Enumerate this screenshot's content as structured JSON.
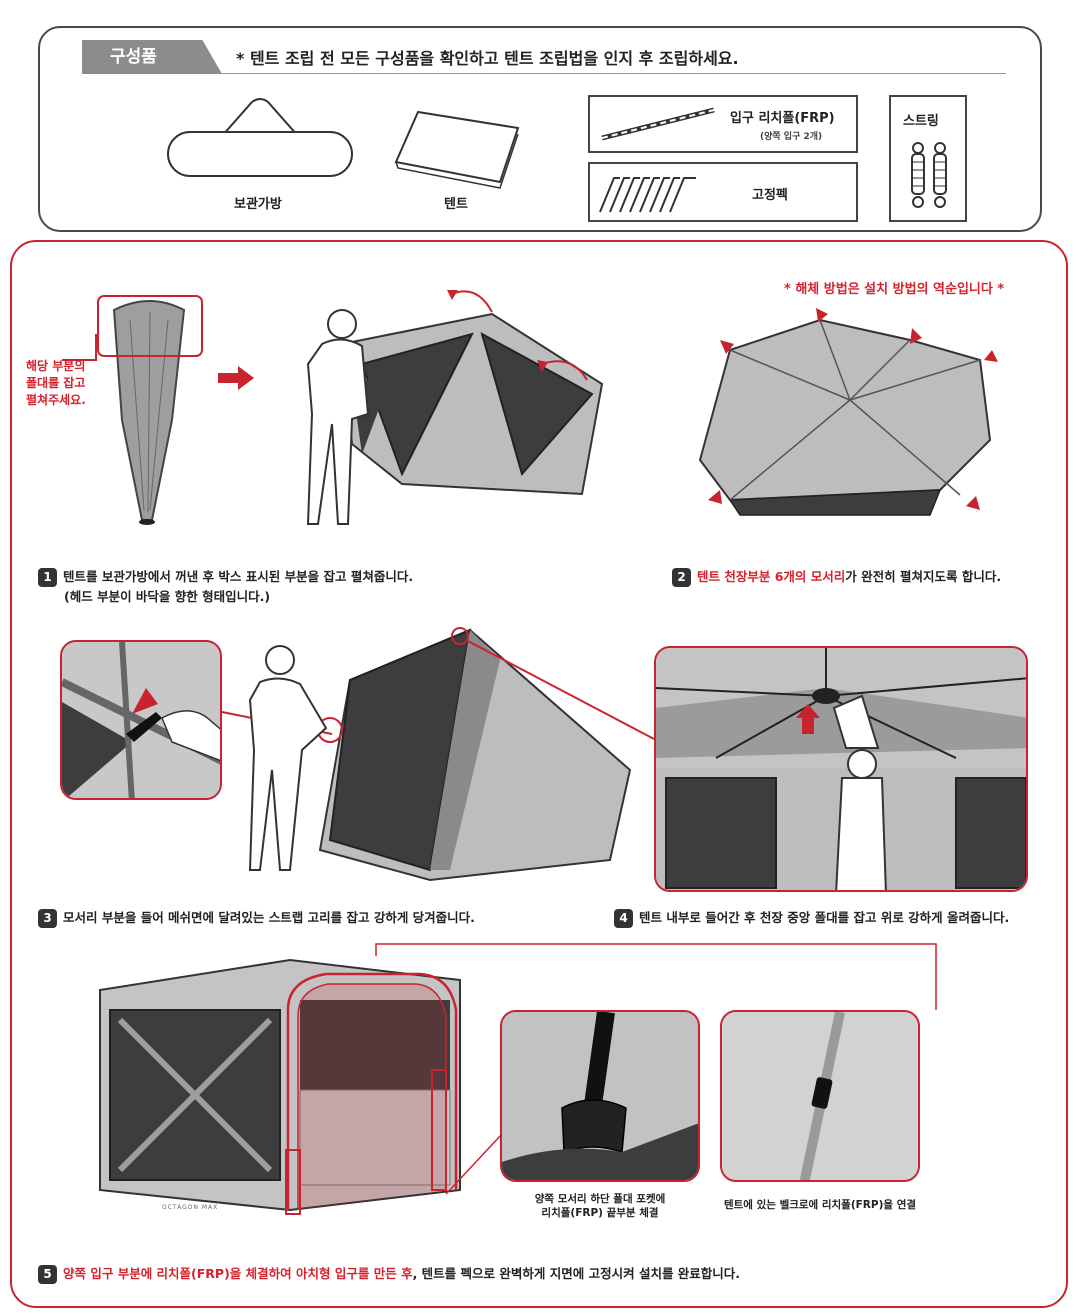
{
  "components": {
    "tag": "구성품",
    "note": "* 텐트 조립 전 모든 구성품을 확인하고 텐트 조립법을 인지 후 조립하세요.",
    "items": {
      "bag": "보관가방",
      "tent": "텐트",
      "frp": "입구 리치폴(FRP)",
      "frp_sub": "(양쪽 입구 2개)",
      "peg": "고정펙",
      "spring": "스트링"
    }
  },
  "steps": {
    "dismantle_note": "* 해체 방법은 설치 방법의 역순입니다 *",
    "hold_note": [
      "해당 부분의",
      "폴대를 잡고",
      "펼쳐주세요."
    ],
    "s1_num": "1",
    "s1_text": "텐트를 보관가방에서 꺼낸 후 박스 표시된 부분을 잡고 펼쳐줍니다.",
    "s1_sub": "(헤드 부분이 바닥을 향한 형태입니다.)",
    "s2_num": "2",
    "s2_red": "텐트 천장부분 6개의 모서리",
    "s2_text": "가 완전히 펼쳐지도록 합니다.",
    "s3_num": "3",
    "s3_text": "모서리 부분을 들어 메쉬면에 달려있는 스트랩 고리를 잡고 강하게 당겨줍니다.",
    "s4_num": "4",
    "s4_text": "텐트 내부로 들어간 후 천장 중앙 폴대를 잡고 위로 강하게 올려줍니다.",
    "s5_num": "5",
    "s5_red": "양쪽 입구 부분에 리치폴(FRP)을 체결하여 아치형 입구를 만든 후",
    "s5_text": ", 텐트를 펙으로 완벽하게 지면에 고정시켜 설치를 완료합니다.",
    "cap_pocket": [
      "양쪽 모서리 하단 폴대 포켓에",
      "리치폴(FRP) 끝부분 체결"
    ],
    "cap_velcro": "텐트에 있는 벨크로에 리치폴(FRP)을 연결",
    "brand_mark": "OCTAGON MAX"
  },
  "colors": {
    "accent": "#d4222e",
    "tag_gray": "#8c8c8c",
    "fabric": "#bdbdbd",
    "mesh": "#3d3d3d"
  }
}
